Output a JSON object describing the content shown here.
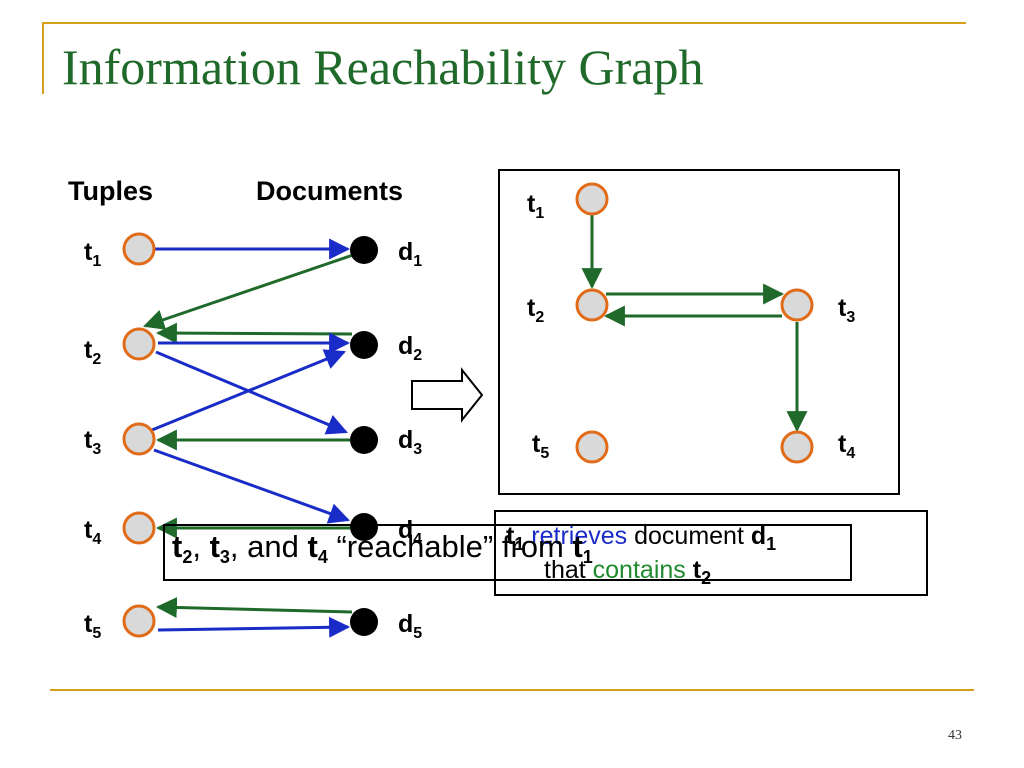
{
  "slide": {
    "title": "Information Reachability Graph",
    "page_number": "43"
  },
  "headers": {
    "tuples": "Tuples",
    "documents": "Documents"
  },
  "tuples": [
    "t",
    "t",
    "t",
    "t",
    "t"
  ],
  "tuple_subs": [
    "1",
    "2",
    "3",
    "4",
    "5"
  ],
  "documents": [
    "d",
    "d",
    "d",
    "d",
    "d"
  ],
  "document_subs": [
    "1",
    "2",
    "3",
    "4",
    "5"
  ],
  "graph_nodes": [
    {
      "base": "t",
      "sub": "1"
    },
    {
      "base": "t",
      "sub": "2"
    },
    {
      "base": "t",
      "sub": "3"
    },
    {
      "base": "t",
      "sub": "4"
    },
    {
      "base": "t",
      "sub": "5"
    }
  ],
  "note": {
    "t": "t",
    "t_sub": "1",
    "retrieves": "retrieves",
    "document": " document ",
    "d": "d",
    "d_sub": "1",
    "that": "that ",
    "contains": "contains",
    "t2": " t",
    "t2_sub": "2"
  },
  "reach": {
    "t2": "t",
    "t2_sub": "2",
    "sep1": ", ",
    "t3": "t",
    "t3_sub": "3",
    "and": ", and ",
    "t4": "t",
    "t4_sub": "4",
    "quote_text": " “reachable” from ",
    "t1": "t",
    "t1_sub": "1"
  },
  "colors": {
    "retrieves_edge": "#1a2cc7",
    "contains_edge": "#1f6a2a",
    "tuple_fill": "#d9d9d9",
    "tuple_stroke": "#e06b18",
    "document_fill": "#000000",
    "accent_rule": "#d4a017",
    "title": "#1f6a2a"
  }
}
